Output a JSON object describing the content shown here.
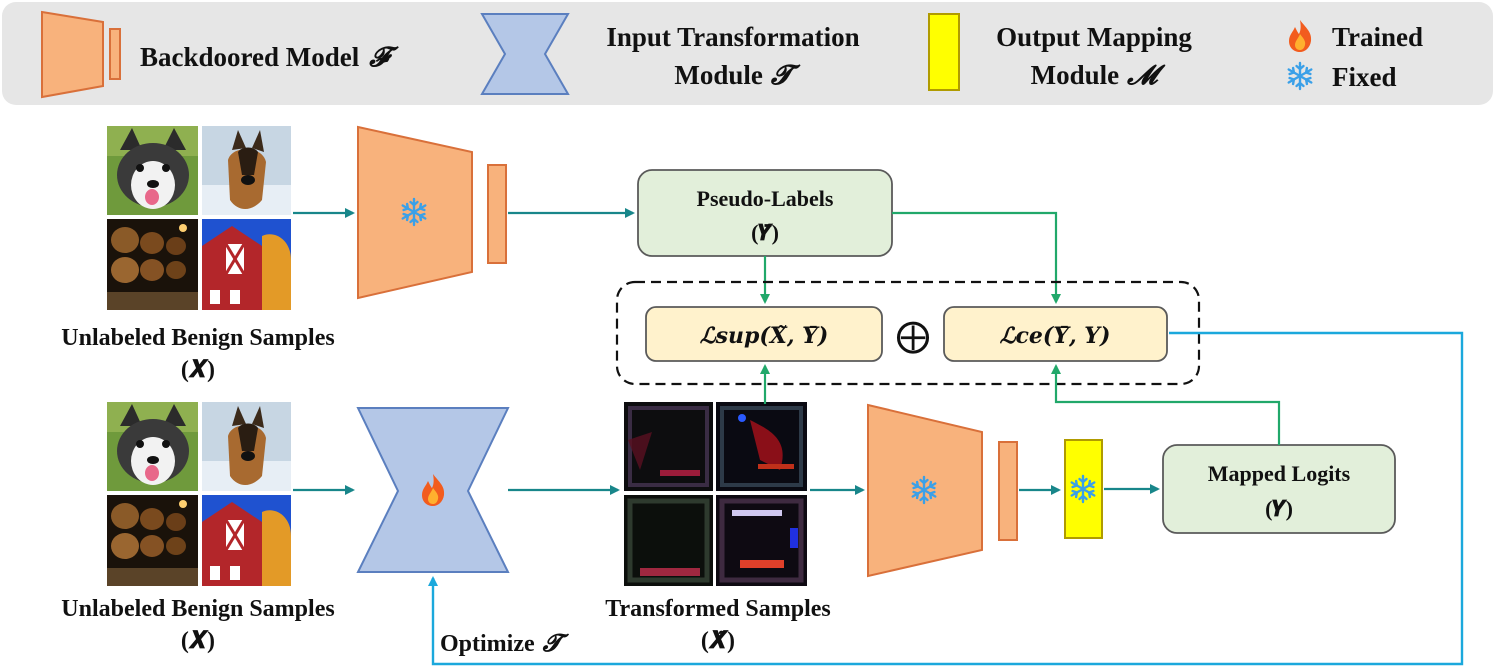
{
  "legend": {
    "backdoored_model": "Backdoored Model",
    "backdoored_model_symbol": "𝓕",
    "input_transformation_line1": "Input Transformation",
    "input_transformation_line2": "Module",
    "input_transformation_symbol": "𝓣",
    "output_mapping_line1": "Output Mapping",
    "output_mapping_line2": "Module",
    "output_mapping_symbol": "𝓜",
    "trained": "Trained",
    "fixed": "Fixed"
  },
  "top_branch": {
    "samples_label": "Unlabeled Benign Samples",
    "samples_symbol": "(𝑿)",
    "pseudo_labels_title": "Pseudo-Labels",
    "pseudo_labels_symbol": "(𝒀̄)"
  },
  "loss": {
    "sup": "ℒsup(𝑿̃, 𝒀̄)",
    "ce": "ℒce(𝒀̄, 𝒀)",
    "combine_symbol": "⨁"
  },
  "bottom_branch": {
    "samples_label": "Unlabeled Benign Samples",
    "samples_symbol": "(𝑿)",
    "transformed_label": "Transformed Samples",
    "transformed_symbol": "(𝑿̃)",
    "mapped_logits_title": "Mapped Logits",
    "mapped_logits_symbol": "(𝒀)",
    "optimize_label": "Optimize",
    "optimize_symbol": "𝓣"
  },
  "colors": {
    "model_fill": "#f8b27c",
    "model_stroke": "#d9703a",
    "transform_fill": "#b4c7e7",
    "transform_stroke": "#5b7fbf",
    "mapping_fill": "#ffff00",
    "mapping_stroke": "#b09b00",
    "box_green": "#e2efda",
    "box_green_stroke": "#5a5a5a",
    "box_loss": "#fff2cc",
    "arrow_teal": "#18868a",
    "arrow_green": "#21a86a",
    "arrow_cyan": "#1ba8dc",
    "legend_bg": "#e6e6e6"
  },
  "icons": {
    "trained": "flame-icon",
    "fixed": "snowflake-icon"
  }
}
